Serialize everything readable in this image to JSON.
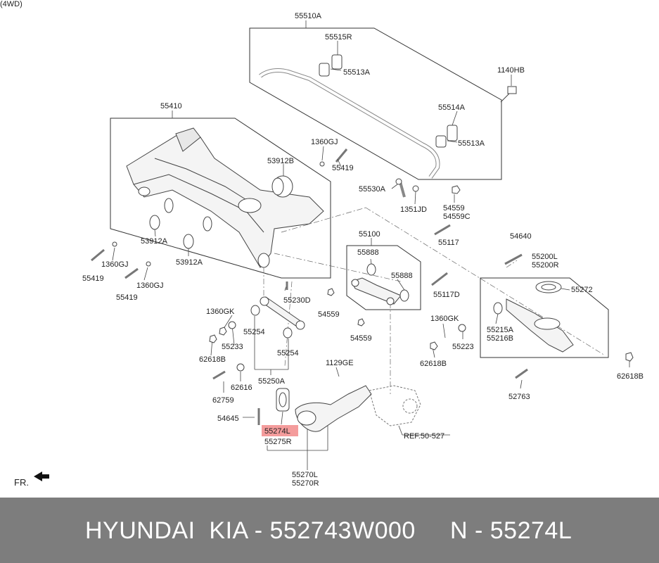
{
  "header": {
    "variant": "(4WD)"
  },
  "highlight_color": "#f08080",
  "parts": {
    "p55510A": "55510A",
    "p55515R": "55515R",
    "p55513A_top": "55513A",
    "p1140HB": "1140HB",
    "p55514A": "55514A",
    "p55513A_right": "55513A",
    "p55410": "55410",
    "p1360GJ_top": "1360GJ",
    "p55419_top": "55419",
    "p53912B": "53912B",
    "p55530A": "55530A",
    "p1351JD": "1351JD",
    "p54559_a": "54559",
    "p54559C": "54559C",
    "p53912A_left": "53912A",
    "p53912A_right": "53912A",
    "p1360GJ_left": "1360GJ",
    "p55419_left": "55419",
    "p1360GJ_mid": "1360GJ",
    "p55419_mid": "55419",
    "p55117": "55117",
    "p55100": "55100",
    "p55888_a": "55888",
    "p55888_b": "55888",
    "p54640": "54640",
    "p55200L": "55200L",
    "p55200R": "55200R",
    "p55272": "55272",
    "p55117D": "55117D",
    "p55230D": "55230D",
    "p1360GK_left": "1360GK",
    "p54559_b": "54559",
    "p54559_c": "54559",
    "p1360GK_right": "1360GK",
    "p55215A": "55215A",
    "p55216B": "55216B",
    "p55254_a": "55254",
    "p55233": "55233",
    "p55223": "55223",
    "p62618B_left": "62618B",
    "p55254_b": "55254",
    "p62618B_mid": "62618B",
    "p62618B_right": "62618B",
    "p1129GE": "1129GE",
    "p62616": "62616",
    "p55250A": "55250A",
    "p62759": "62759",
    "p52763": "52763",
    "p54645": "54645",
    "p55274L": "55274L",
    "p55275R": "55275R",
    "ref": "REF.50-527",
    "p55270L": "55270L",
    "p55270R": "55270R",
    "fr": "FR."
  },
  "footer": {
    "brand": "HYUNDAI  KIA - 552743W000",
    "part": "N - 55274L"
  }
}
